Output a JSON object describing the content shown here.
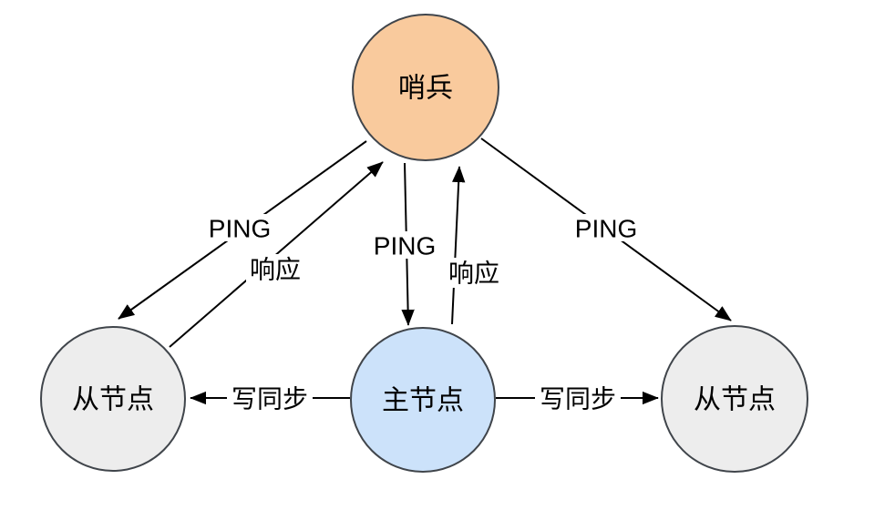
{
  "diagram": {
    "background_color": "#ffffff",
    "node_border_color": "#40454b",
    "edge_color": "#000000",
    "text_color": "#000000",
    "nodes": [
      {
        "id": "sentinel",
        "label": "哨兵",
        "fill": "#f9ca9d"
      },
      {
        "id": "slave-left",
        "label": "从节点",
        "fill": "#ededed"
      },
      {
        "id": "master",
        "label": "主节点",
        "fill": "#cce2fa"
      },
      {
        "id": "slave-right",
        "label": "从节点",
        "fill": "#ededed"
      }
    ],
    "edges": [
      {
        "id": "ping-sentinel-to-slave-left",
        "from": "sentinel",
        "to": "slave-left",
        "label": "PING"
      },
      {
        "id": "response-slave-left-to-sentinel",
        "from": "slave-left",
        "to": "sentinel",
        "label": "响应"
      },
      {
        "id": "ping-sentinel-to-master",
        "from": "sentinel",
        "to": "master",
        "label": "PING"
      },
      {
        "id": "response-master-to-sentinel",
        "from": "master",
        "to": "sentinel",
        "label": "响应"
      },
      {
        "id": "ping-sentinel-to-slave-right",
        "from": "sentinel",
        "to": "slave-right",
        "label": "PING"
      },
      {
        "id": "write-sync-master-to-slave-left",
        "from": "master",
        "to": "slave-left",
        "label": "写同步"
      },
      {
        "id": "write-sync-master-to-slave-right",
        "from": "master",
        "to": "slave-right",
        "label": "写同步"
      }
    ]
  }
}
